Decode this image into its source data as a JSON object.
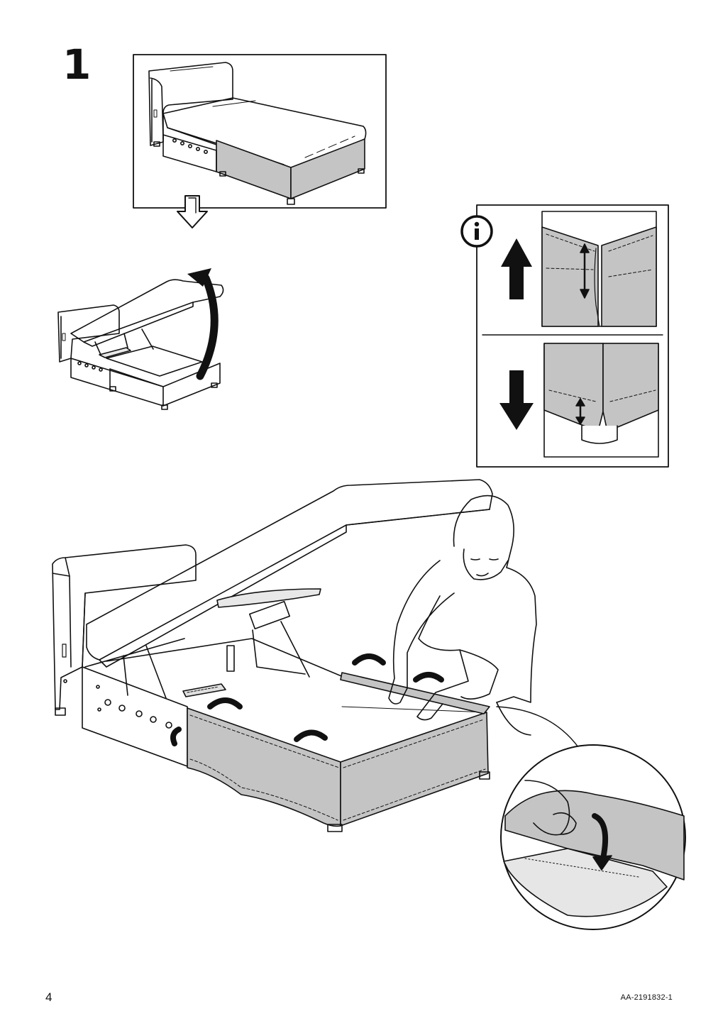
{
  "step": {
    "number": "1"
  },
  "footer": {
    "page_number": "4",
    "doc_code": "AA-2191832-1"
  },
  "info_panel": {
    "icon": "info-icon",
    "up": "arrow-up-icon",
    "down": "arrow-down-icon"
  },
  "colors": {
    "fabric": "#c4c4c4",
    "line": "#111111",
    "background": "#ffffff"
  }
}
